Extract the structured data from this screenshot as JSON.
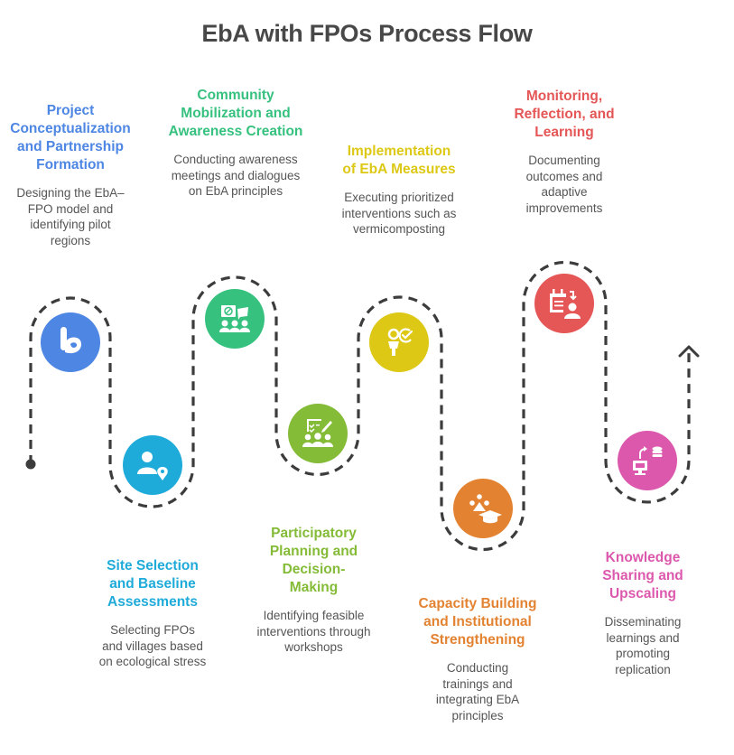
{
  "title": "EbA with FPOs Process Flow",
  "steps": [
    {
      "title": "Project Conceptualization and Partnership Formation",
      "description": "Designing the EbA–FPO model and identifying pilot regions",
      "color": "#4e86e4",
      "icon": "bing-like-logo-icon"
    },
    {
      "title": "Site Selection and Baseline Assessments",
      "description": "Selecting FPOs and villages based on ecological stress",
      "color": "#1fabd9",
      "icon": "person-location-icon"
    },
    {
      "title": "Community Mobilization and Awareness Creation",
      "description": "Conducting awareness meetings and dialogues on EbA principles",
      "color": "#36c17f",
      "icon": "protest-group-icon"
    },
    {
      "title": "Participatory Planning and Decision-Making",
      "description": "Identifying feasible interventions through workshops",
      "color": "#84bb37",
      "icon": "group-checklist-icon"
    },
    {
      "title": "Implementation of EbA Measures",
      "description": "Executing prioritized interventions such as vermicomposting",
      "color": "#ddc815",
      "icon": "person-check-icon"
    },
    {
      "title": "Capacity Building and Institutional Strengthening",
      "description": "Conducting trainings and integrating EbA principles",
      "color": "#e38332",
      "icon": "group-graduation-icon"
    },
    {
      "title": "Monitoring, Reflection, and Learning",
      "description": "Documenting outcomes and adaptive improvements",
      "color": "#e55656",
      "icon": "calendar-person-icon"
    },
    {
      "title": "Knowledge Sharing and Upscaling",
      "description": "Disseminating learnings and promoting replication",
      "color": "#dc58ad",
      "icon": "computer-database-icon"
    }
  ],
  "path_color": "#3c3c3c"
}
